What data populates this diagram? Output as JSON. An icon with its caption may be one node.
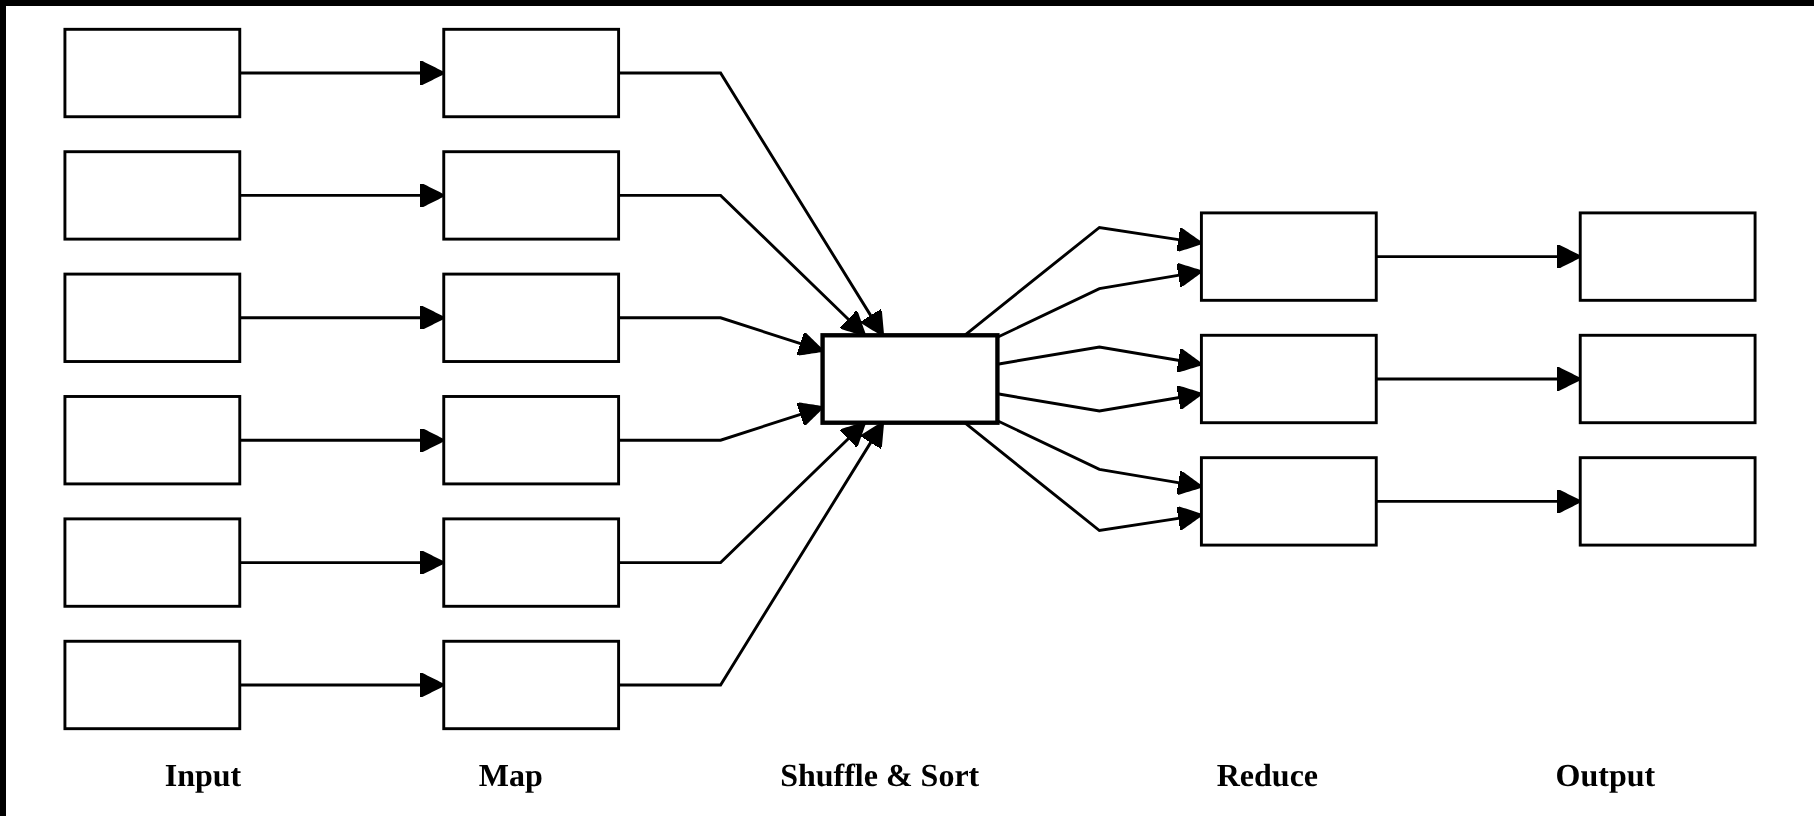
{
  "diagram": {
    "nodes": [
      {
        "text": [],
        "shape": "box"
      },
      {
        "text": [],
        "shape": "box"
      },
      {
        "text": [],
        "shape": "box"
      },
      {
        "text": [],
        "shape": "box"
      },
      {
        "text": [],
        "shape": "box"
      },
      {
        "text": [],
        "shape": "box"
      },
      {
        "text": [],
        "shape": "box"
      },
      {
        "text": [],
        "shape": "box"
      },
      {
        "text": [],
        "shape": "box"
      },
      {
        "text": [],
        "shape": "box"
      },
      {
        "text": [],
        "shape": "box"
      },
      {
        "text": [],
        "shape": "box"
      },
      {
        "text": [],
        "shape": "box"
      },
      {
        "text": [],
        "shape": "box"
      },
      {
        "text": [],
        "shape": "box"
      },
      {
        "text": [],
        "shape": "box"
      },
      {
        "text": [],
        "shape": "box"
      },
      {
        "text": [],
        "shape": "box"
      },
      {
        "text": [],
        "shape": "box"
      }
    ],
    "edges": [
      {
        "from": 0,
        "to": 6,
        "arrow": "to"
      },
      {
        "from": 1,
        "to": 7,
        "arrow": "to"
      },
      {
        "from": 2,
        "to": 8,
        "arrow": "to"
      },
      {
        "from": 3,
        "to": 9,
        "arrow": "to"
      },
      {
        "from": 4,
        "to": 10,
        "arrow": "to"
      },
      {
        "from": 5,
        "to": 11,
        "arrow": "to"
      },
      {
        "from": 6,
        "to": 12,
        "arrow": "to"
      },
      {
        "from": 7,
        "to": 12,
        "arrow": "to"
      },
      {
        "from": 8,
        "to": 12,
        "arrow": "to"
      },
      {
        "from": 9,
        "to": 12,
        "arrow": "to"
      },
      {
        "from": 10,
        "to": 12,
        "arrow": "to"
      },
      {
        "from": 11,
        "to": 12,
        "arrow": "to"
      },
      {
        "from": 12,
        "to": 13,
        "arrow": "to"
      },
      {
        "from": 12,
        "to": 13,
        "arrow": "to"
      },
      {
        "from": 12,
        "to": 14,
        "arrow": "to"
      },
      {
        "from": 12,
        "to": 14,
        "arrow": "to"
      },
      {
        "from": 12,
        "to": 15,
        "arrow": "to"
      },
      {
        "from": 12,
        "to": 15,
        "arrow": "to"
      },
      {
        "from": 13,
        "to": 16,
        "arrow": "to"
      },
      {
        "from": 14,
        "to": 17,
        "arrow": "to"
      },
      {
        "from": 15,
        "to": 18,
        "arrow": "to"
      }
    ],
    "labels": [
      "Input",
      "Map",
      "Shuffle & Sort",
      "Reduce",
      "Output"
    ]
  }
}
